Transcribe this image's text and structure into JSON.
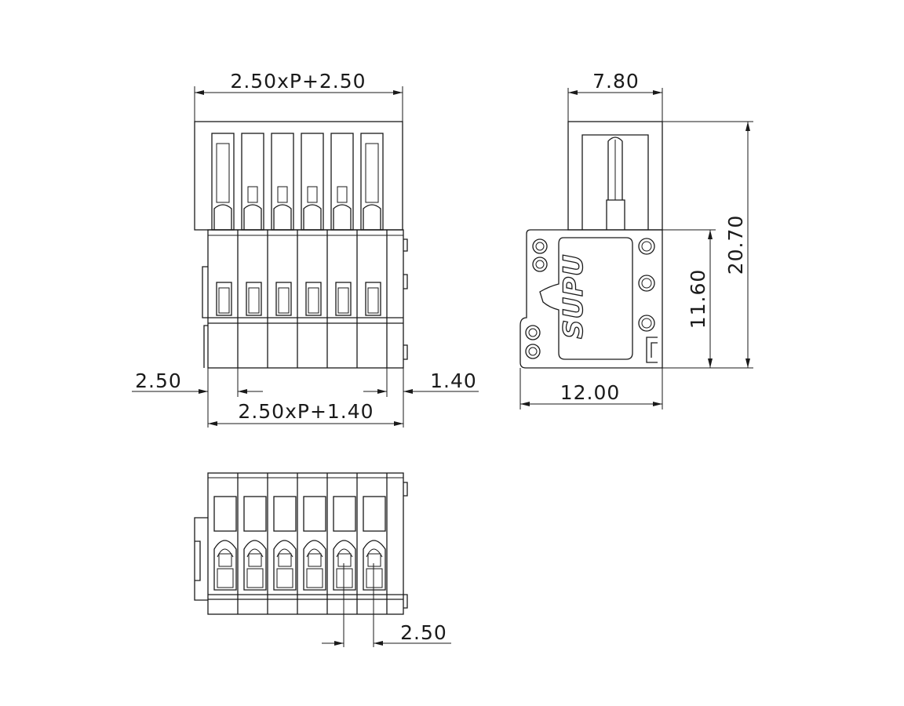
{
  "drawing": {
    "line_color": "#1a1a1a",
    "background": "#ffffff",
    "logo_text": "SUPU",
    "front_view": {
      "top_width_label": "2.50xP+2.50",
      "pitch_label": "2.50",
      "edge_label": "1.40",
      "bottom_width_label": "2.50xP+1.40",
      "pole_count": 6
    },
    "side_view": {
      "top_width_label": "7.80",
      "total_height_label": "20.70",
      "body_height_label": "11.60",
      "body_width_label": "12.00"
    },
    "bottom_view": {
      "pitch_label": "2.50",
      "pole_count": 6
    }
  }
}
